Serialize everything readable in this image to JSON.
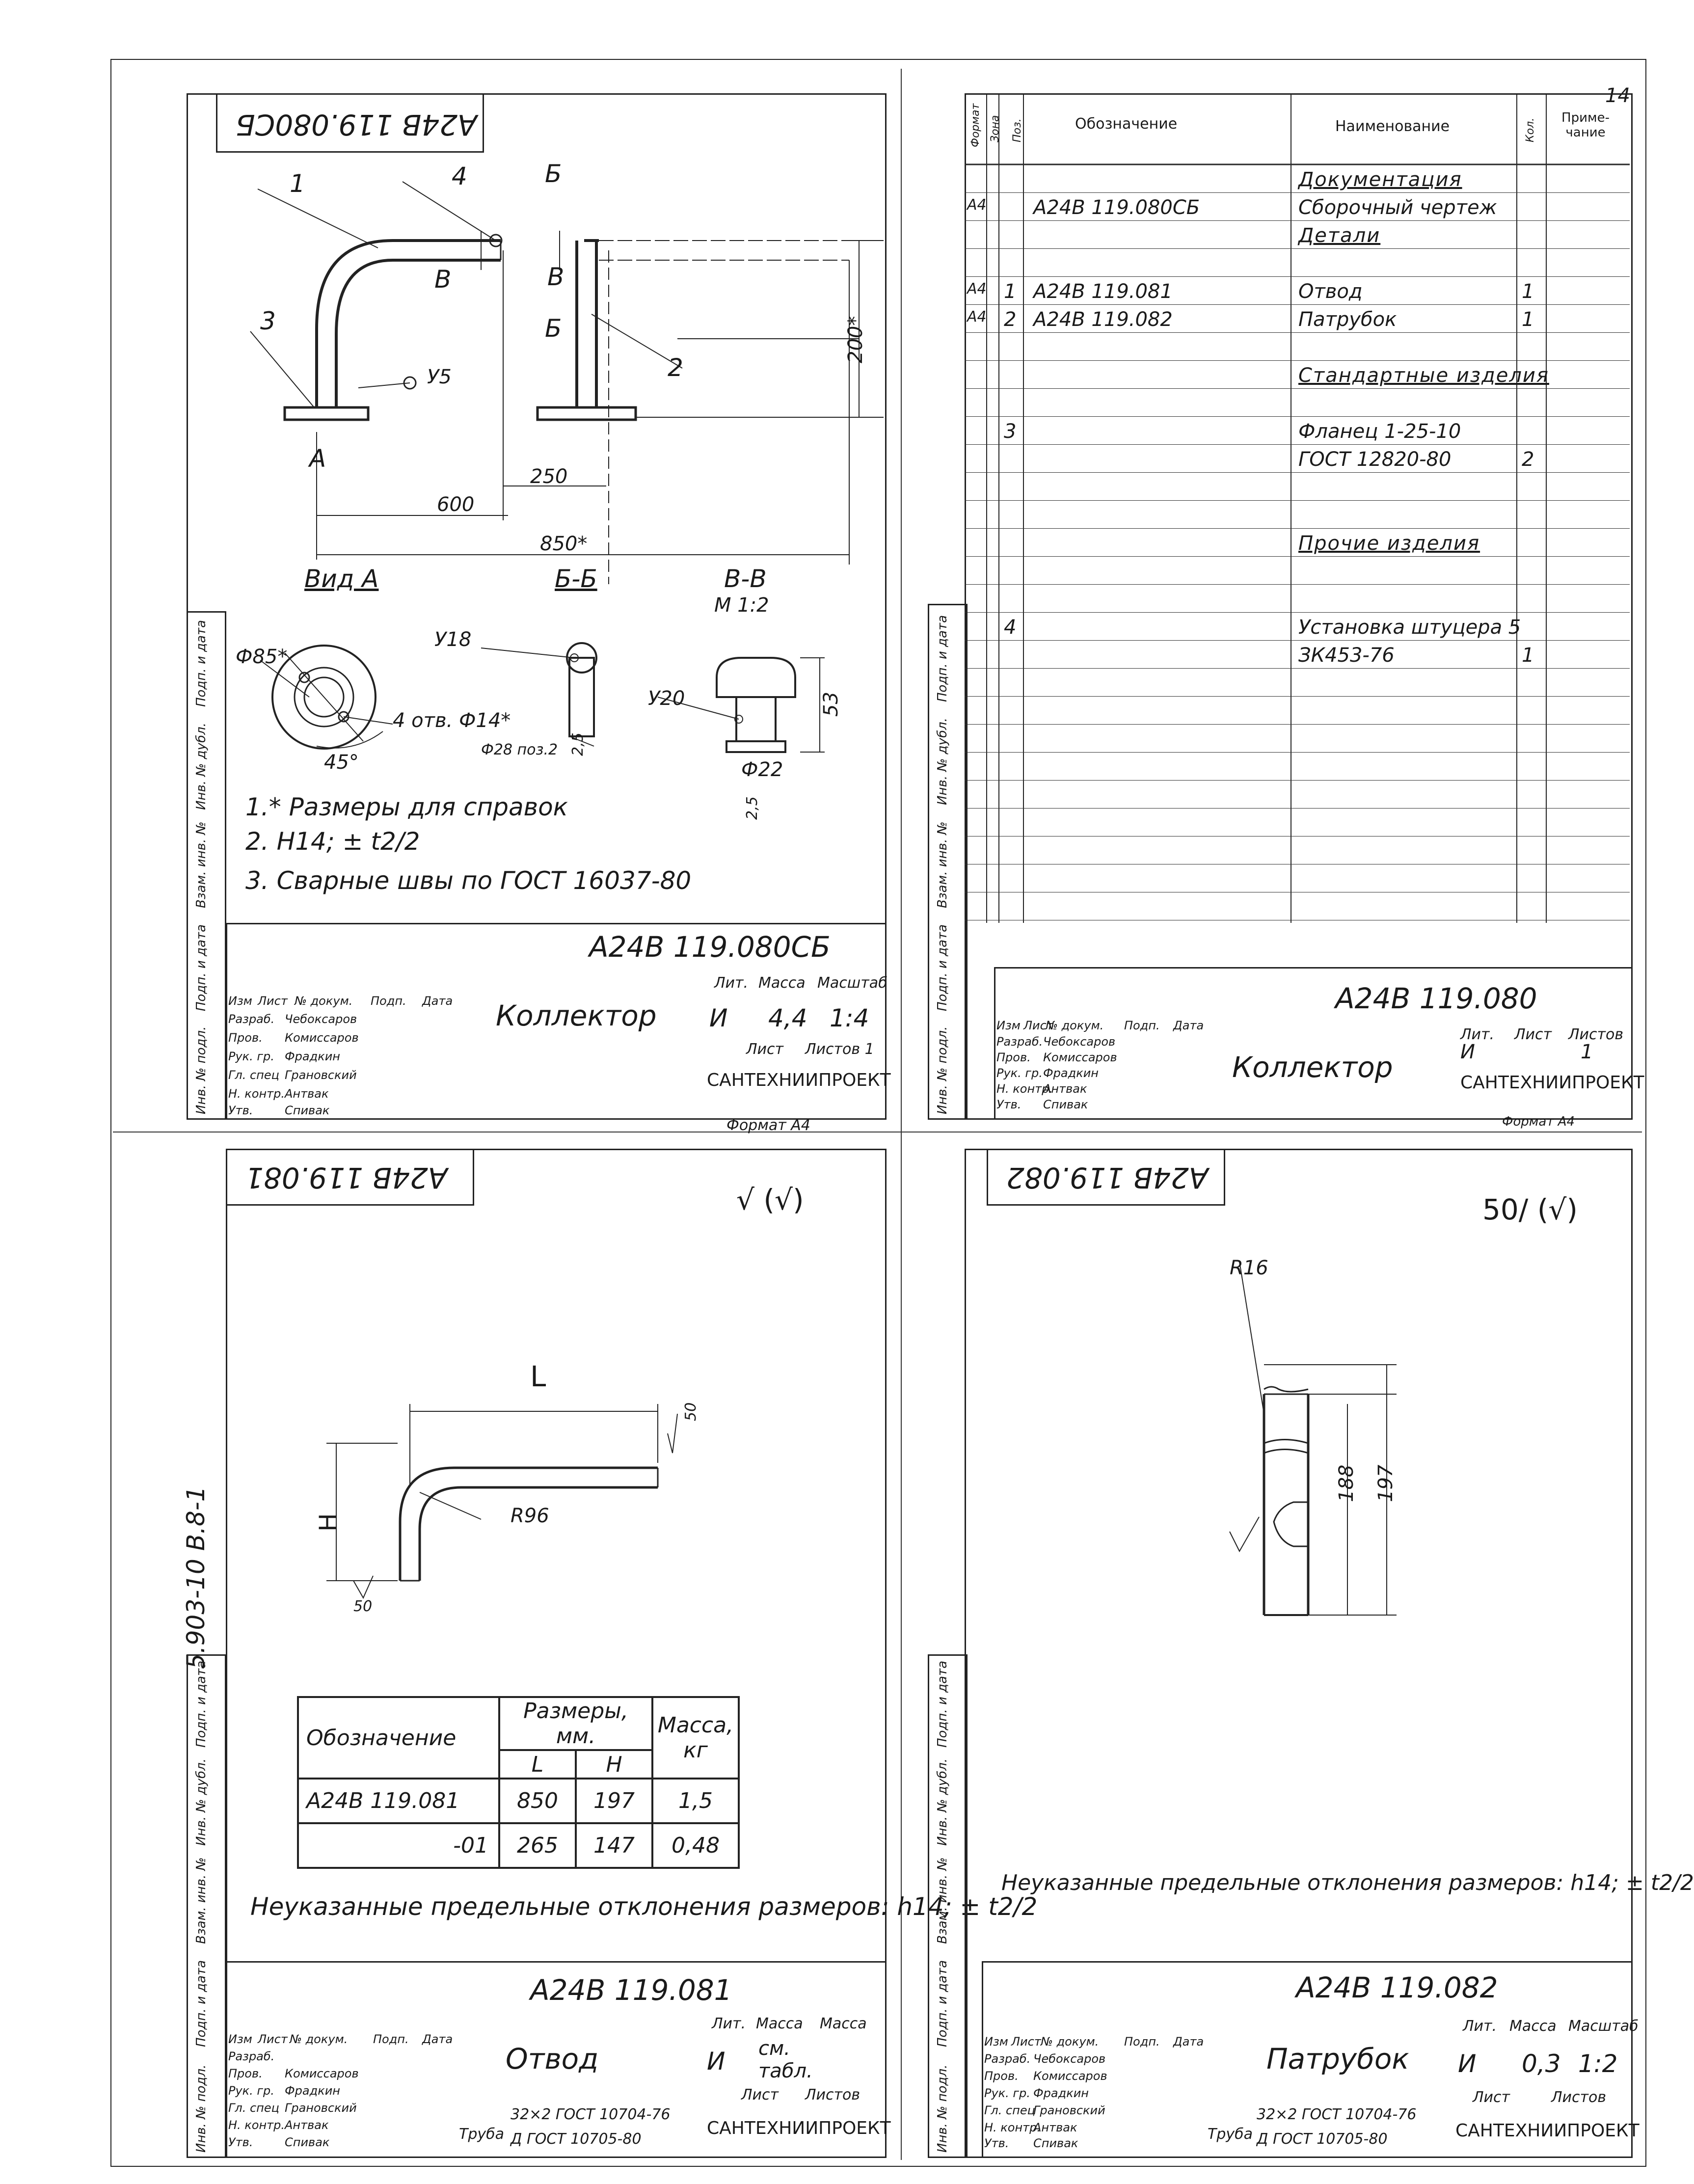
{
  "sheet_number": "14",
  "series_code": "5.903-10   В.8-1",
  "format_label": "Формат А4",
  "side_stamp": [
    "Инв. № подл.",
    "Подп. и дата",
    "Взам. инв. №",
    "Инв. № дубл.",
    "Подп. и дата"
  ],
  "title_headers": {
    "izm": "Изм",
    "list": "Лист",
    "doc": "№ докум.",
    "sign": "Подп.",
    "date": "Дата",
    "lit": "Лит.",
    "mass": "Масса",
    "scale": "Масштаб",
    "sheet": "Лист",
    "sheets": "Листов",
    "sheets1": "Листов 1"
  },
  "roles": [
    "Разраб.",
    "Пров.",
    "Рук. гр.",
    "Гл. спец",
    "Н. контр.",
    "Утв."
  ],
  "people": [
    "Чебоксаров",
    "Комиссаров",
    "Фрадкин",
    "Грановский",
    "Антвак",
    "Спивак"
  ],
  "org": "САНТЕХНИИПРОЕКТ",
  "drawing_a": {
    "code": "А24В 119.080СБ",
    "title": "Коллектор",
    "lit": "И",
    "mass": "4,4",
    "scale": "1:4",
    "sheets": "Листов 1",
    "labels": {
      "p1": "1",
      "p2": "2",
      "p3": "3",
      "p4": "4",
      "b1": "Б",
      "b2": "Б",
      "v1": "В",
      "v2": "В",
      "a": "А",
      "u5": "У5",
      "u18": "У18",
      "u20": "У20"
    },
    "dims": {
      "d200": "200*",
      "d250": "250",
      "d600": "600",
      "d850": "850*",
      "phi85": "Ф85*",
      "holes": "4 отв. Ф14*",
      "angle": "45°",
      "phi28": "Ф28 поз.2",
      "t25": "2,5",
      "t25b": "2,5",
      "d53": "53",
      "phi22": "Ф22"
    },
    "views": {
      "vid_a": "Вид А",
      "bb": "Б-Б",
      "vv": "В-В",
      "vv_scale": "М 1:2"
    },
    "notes": [
      "1.* Размеры для справок",
      "2. Н14; ± t2/2",
      "3. Сварные швы по ГОСТ 16037-80"
    ]
  },
  "drawing_b": {
    "code": "А24В 119.080",
    "title": "Коллектор",
    "lit": "И",
    "sheet": "1",
    "columns": [
      "Формат",
      "Зона",
      "Поз.",
      "Обозначение",
      "Наименование",
      "Кол.",
      "Приме-чание"
    ],
    "rows": [
      {
        "fmt": "",
        "zone": "",
        "pos": "",
        "code": "",
        "name": "Документация",
        "qty": "",
        "note": "",
        "heading": true
      },
      {
        "fmt": "А4",
        "zone": "",
        "pos": "",
        "code": "А24В 119.080СБ",
        "name": "Сборочный чертеж",
        "qty": "",
        "note": ""
      },
      {
        "fmt": "",
        "zone": "",
        "pos": "",
        "code": "",
        "name": "Детали",
        "qty": "",
        "note": "",
        "heading": true
      },
      {
        "fmt": "А4",
        "zone": "",
        "pos": "1",
        "code": "А24В 119.081",
        "name": "Отвод",
        "qty": "1",
        "note": ""
      },
      {
        "fmt": "А4",
        "zone": "",
        "pos": "2",
        "code": "А24В 119.082",
        "name": "Патрубок",
        "qty": "1",
        "note": ""
      },
      {
        "fmt": "",
        "zone": "",
        "pos": "",
        "code": "",
        "name": "Стандартные изделия",
        "qty": "",
        "note": "",
        "heading": true
      },
      {
        "fmt": "",
        "zone": "",
        "pos": "3",
        "code": "",
        "name": "Фланец 1-25-10",
        "qty": "",
        "note": ""
      },
      {
        "fmt": "",
        "zone": "",
        "pos": "",
        "code": "",
        "name": "ГОСТ 12820-80",
        "qty": "2",
        "note": ""
      },
      {
        "fmt": "",
        "zone": "",
        "pos": "",
        "code": "",
        "name": "Прочие изделия",
        "qty": "",
        "note": "",
        "heading": true
      },
      {
        "fmt": "",
        "zone": "",
        "pos": "4",
        "code": "",
        "name": "Установка штуцера 5",
        "qty": "",
        "note": ""
      },
      {
        "fmt": "",
        "zone": "",
        "pos": "",
        "code": "",
        "name": "ЗК453-76",
        "qty": "1",
        "note": ""
      }
    ]
  },
  "drawing_c": {
    "code": "А24В 119.081",
    "title": "Отвод",
    "lit": "И",
    "mass": "см. табл.",
    "roughness": "√ (√)",
    "labels": {
      "L": "L",
      "H": "H",
      "R": "R96",
      "r50a": "50",
      "r50b": "50"
    },
    "table": {
      "headers": [
        "Обозначение",
        "Размеры, мм.",
        "Масса, кг"
      ],
      "sub": [
        "L",
        "H"
      ],
      "rows": [
        [
          "А24В 119.081",
          "850",
          "197",
          "1,5"
        ],
        [
          "-01",
          "265",
          "147",
          "0,48"
        ]
      ]
    },
    "note": "Неуказанные предельные отклонения размеров: h14; ± t2/2",
    "material_top": "32×2 ГОСТ 10704-76",
    "material_bot": "Д ГОСТ 10705-80",
    "material_label": "Труба"
  },
  "drawing_d": {
    "code": "А24В 119.082",
    "title": "Патрубок",
    "lit": "И",
    "mass": "0,3",
    "scale": "1:2",
    "roughness": "50/ (√)",
    "labels": {
      "r16": "R16",
      "d188": "188",
      "d197": "197"
    },
    "note": "Неуказанные предельные отклонения размеров: h14; ± t2/2",
    "material_top": "32×2 ГОСТ 10704-76",
    "material_bot": "Д ГОСТ 10705-80",
    "material_label": "Труба"
  }
}
